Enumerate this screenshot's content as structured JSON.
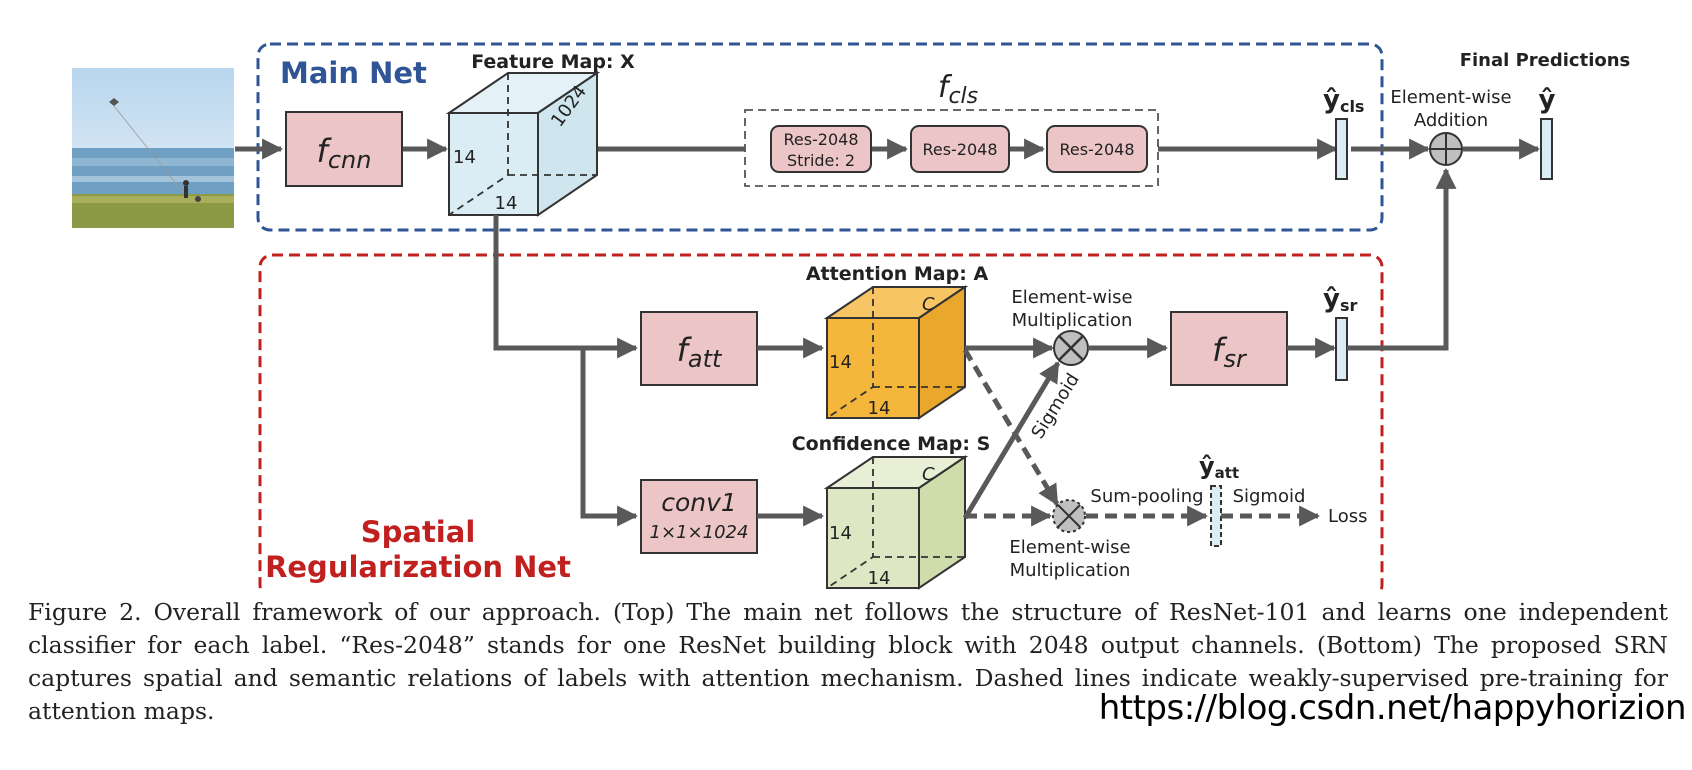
{
  "colors": {
    "main_frame": "#2f5597",
    "srn_frame": "#c0201e",
    "module_fill": "#ecc6c6",
    "feature_map_fill": "#dbedf4",
    "attention_fill": "#f5b63c",
    "confidence_fill": "#dde7c3",
    "arrow": "#595959"
  },
  "main_net": {
    "title": "Main Net"
  },
  "srn": {
    "title_line1": "Spatial",
    "title_line2": "Regularization Net"
  },
  "input_image": {
    "description": "photo of a person flying a kite on a beach"
  },
  "modules": {
    "f_cnn": {
      "main": "f",
      "sub": "cnn"
    },
    "f_att": {
      "main": "f",
      "sub": "att"
    },
    "f_sr": {
      "main": "f",
      "sub": "sr"
    },
    "conv1": {
      "line1": "conv1",
      "line2": "1×1×1024"
    }
  },
  "feature_map": {
    "title": "Feature Map: X",
    "dim_side": "14",
    "dim_bottom": "14",
    "dim_depth": "1024"
  },
  "attention_map": {
    "title": "Attention Map: A",
    "dim_side": "14",
    "dim_bottom": "14",
    "dim_depth": "C"
  },
  "confidence_map": {
    "title": "Confidence Map: S",
    "dim_side": "14",
    "dim_bottom": "14",
    "dim_depth": "C"
  },
  "f_cls": {
    "label_main": "f",
    "label_sub": "cls",
    "blocks": [
      {
        "line1": "Res-2048",
        "line2": "Stride: 2"
      },
      {
        "line1": "Res-2048",
        "line2": ""
      },
      {
        "line1": "Res-2048",
        "line2": ""
      }
    ]
  },
  "outputs": {
    "y_cls": {
      "main": "ŷ",
      "sub": "cls"
    },
    "y_sr": {
      "main": "ŷ",
      "sub": "sr"
    },
    "y_att": {
      "main": "ŷ",
      "sub": "att"
    },
    "y": {
      "main": "ŷ"
    },
    "final_predictions": "Final Predictions"
  },
  "ops": {
    "addition_line1": "Element-wise",
    "addition_line2": "Addition",
    "mult_top_line1": "Element-wise",
    "mult_top_line2": "Multiplication",
    "mult_bottom_line1": "Element-wise",
    "mult_bottom_line2": "Multiplication",
    "sigmoid_diag": "Sigmoid",
    "sum_pooling": "Sum-pooling",
    "sigmoid": "Sigmoid",
    "loss": "Loss"
  },
  "caption": "Figure 2. Overall framework of our approach. (Top) The main net follows the structure of ResNet-101 and learns one independent classifier for each label. “Res-2048” stands for one ResNet building block with 2048 output channels. (Bottom) The proposed SRN captures spatial and semantic relations of labels with attention mechanism. Dashed lines indicate weakly-supervised pre-training for attention maps.",
  "watermark": "https://blog.csdn.net/happyhorizion"
}
